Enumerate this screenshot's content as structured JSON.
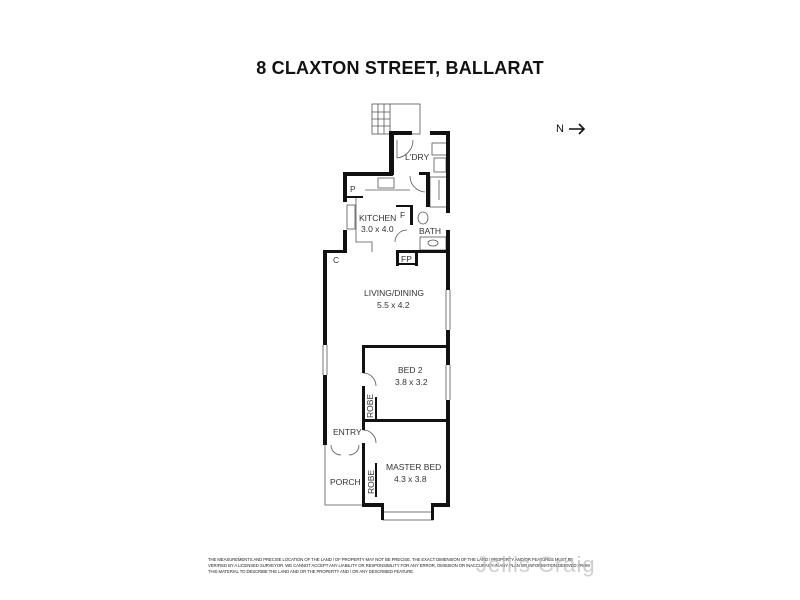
{
  "title": "8 CLAXTON STREET, BALLARAT",
  "north_label": "N",
  "rooms": {
    "laundry": "L'DRY",
    "pantry": "P",
    "kitchen": "KITCHEN",
    "kitchen_size": "3.0 x 4.0",
    "fridge": "F",
    "bath": "BATH",
    "cupboard": "C",
    "fireplace": "FP",
    "living": "LIVING/DINING",
    "living_size": "5.5 x 4.2",
    "bed2": "BED 2",
    "bed2_size": "3.8 x 3.2",
    "robe1": "ROBE",
    "entry": "ENTRY",
    "master": "MASTER BED",
    "master_size": "4.3 x 3.8",
    "robe2": "ROBE",
    "porch": "PORCH"
  },
  "disclaimer": "THE MEASUREMENTS AND PRECISE LOCATION OF THE LAND / OF PROPERTY MAY NOT BE PRECISE. THE EXACT DIMENSION OF THE LAND / PROPERTY AND/OR FEATURES MUST BE VERIFIED BY A LICENSED SURVEYOR. WE CANNOT ACCEPT ANY LIABILITY OR RESPONSIBILITY FOR ANY ERROR, OMISSION OR INACCURACY IN ANY PLAN OR INFORMATION DERIVED FROM THIS MATERIAL TO DESCRIBE THE LAND AND OR THE PROPERTY AND / OR ANY DESCRIBED FEATURE.",
  "watermark": "Jellis Craig"
}
